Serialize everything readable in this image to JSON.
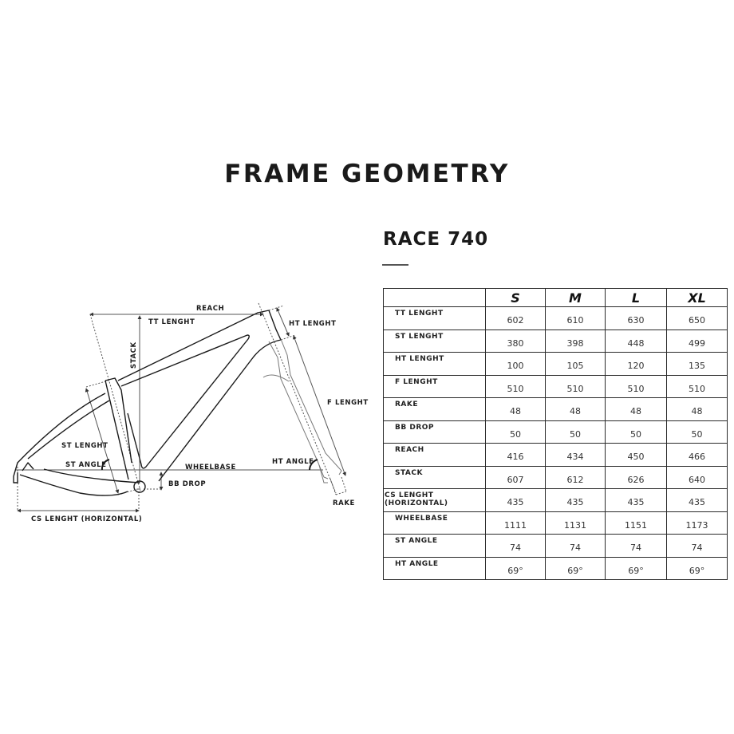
{
  "header": {
    "title": "FRAME GEOMETRY",
    "model": "RACE 740"
  },
  "diagram": {
    "labels": {
      "reach": "REACH",
      "tt_length": "TT LENGHT",
      "ht_length": "HT LENGHT",
      "stack": "STACK",
      "f_length": "F LENGHT",
      "st_length": "ST LENGHT",
      "st_angle": "ST ANGLE",
      "ht_angle": "HT ANGLE",
      "wheelbase": "WHEELBASE",
      "bb_drop": "BB DROP",
      "rake": "RAKE",
      "cs_length": "CS LENGHT (HORIZONTAL)"
    },
    "colors": {
      "frame_stroke": "#1a1a1a",
      "dimension_stroke": "#555555",
      "fork_stroke": "#777777"
    }
  },
  "table": {
    "columns": [
      "",
      "S",
      "M",
      "L",
      "XL"
    ],
    "rows": [
      {
        "label": "TT LENGHT",
        "values": [
          "602",
          "610",
          "630",
          "650"
        ]
      },
      {
        "label": "ST LENGHT",
        "values": [
          "380",
          "398",
          "448",
          "499"
        ]
      },
      {
        "label": "HT LENGHT",
        "values": [
          "100",
          "105",
          "120",
          "135"
        ]
      },
      {
        "label": "F LENGHT",
        "values": [
          "510",
          "510",
          "510",
          "510"
        ]
      },
      {
        "label": "RAKE",
        "values": [
          "48",
          "48",
          "48",
          "48"
        ]
      },
      {
        "label": "BB DROP",
        "values": [
          "50",
          "50",
          "50",
          "50"
        ]
      },
      {
        "label": "REACH",
        "values": [
          "416",
          "434",
          "450",
          "466"
        ]
      },
      {
        "label": "STACK",
        "values": [
          "607",
          "612",
          "626",
          "640"
        ]
      },
      {
        "label": "CS LENGHT (HORIZONTAL)",
        "values": [
          "435",
          "435",
          "435",
          "435"
        ]
      },
      {
        "label": "WHEELBASE",
        "values": [
          "1111",
          "1131",
          "1151",
          "1173"
        ]
      },
      {
        "label": "ST ANGLE",
        "values": [
          "74",
          "74",
          "74",
          "74"
        ]
      },
      {
        "label": "HT ANGLE",
        "values": [
          "69°",
          "69°",
          "69°",
          "69°"
        ]
      }
    ]
  }
}
